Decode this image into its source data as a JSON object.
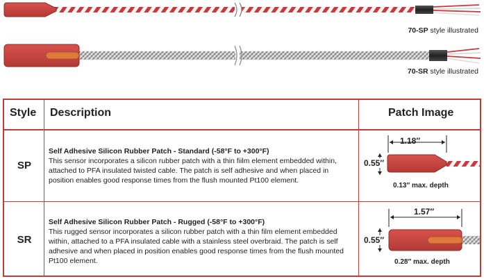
{
  "illustrations": {
    "sp_caption_model": "70-SP",
    "sp_caption_rest": " style illustrated",
    "sr_caption_model": "70-SR",
    "sr_caption_rest": " style illustrated"
  },
  "colors": {
    "accent": "#c23b3b",
    "patch": "#c94540",
    "patch_dark": "#9e2e2b",
    "cable_red": "#c9383a"
  },
  "table": {
    "headers": {
      "style": "Style",
      "description": "Description",
      "patch_image": "Patch Image"
    },
    "rows": [
      {
        "style": "SP",
        "title": "Self Adhesive Silicon Rubber Patch - Standard (-58°F to +300°F)",
        "body": "This sensor incorporates a silicon rubber patch with a thin fiilm element embedded within, attached to PFA insulated twisted cable. The patch is self adhesive and when placed in position enables good response times from the flush mounted Pt100 element.",
        "length": "1.18″",
        "height": "0.55″",
        "depth": "0.13″ max. depth"
      },
      {
        "style": "SR",
        "title": "Self Adhesive Silicon Rubber Patch - Rugged (-58°F to +300°F)",
        "body": "This rugged sensor incorporates a silicon rubber patch with a thin film element embedded within, attached to a PFA insulated cable with a stainless steel overbraid. The patch is self adhesive and when placed in position enables good response times from the flush mounted Pt100 element.",
        "length": "1.57″",
        "height": "0.55″",
        "depth": "0.28″ max. depth"
      }
    ]
  }
}
